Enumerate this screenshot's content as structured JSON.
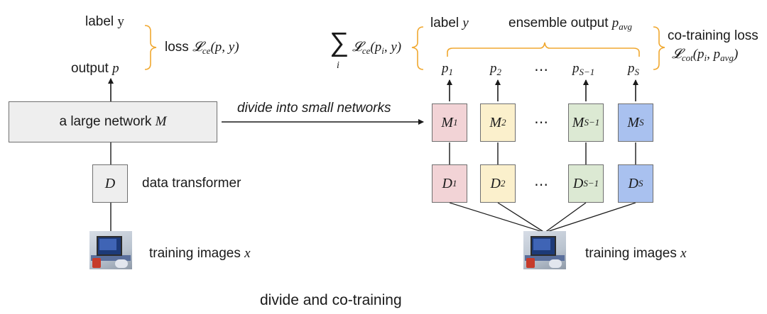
{
  "left": {
    "label_y_text": "label ",
    "label_y_var": "y",
    "output_text": "output ",
    "output_var": "p",
    "loss_text": "loss ",
    "loss_formula": "𝓛",
    "loss_sub": "ce",
    "loss_args": "(p, y)",
    "network_text": "a large network ",
    "network_var": "M",
    "transformer_var": "D",
    "transformer_label": "data transformer",
    "training_text": "training images ",
    "training_var": "x"
  },
  "arrow_label": "divide into small networks",
  "right": {
    "sum_symbol": "∑",
    "sum_index": "i",
    "sum_L": "𝓛",
    "sum_sub": "ce",
    "sum_args": "(p",
    "sum_args_sub": "i",
    "sum_args_end": ", y)",
    "label_y_text": "label ",
    "label_y_var": "y",
    "ensemble_text": "ensemble output ",
    "ensemble_var": "p",
    "ensemble_sub": "avg",
    "cot_title": "co-training loss",
    "cot_L": "𝓛",
    "cot_sub": "cot",
    "cot_args": "(p",
    "cot_args_sub_i": "i",
    "cot_args_mid": ", p",
    "cot_args_sub_avg": "avg",
    "cot_args_end": ")",
    "ellipsis": "⋯",
    "outputs": [
      {
        "var": "p",
        "sub": "1"
      },
      {
        "var": "p",
        "sub": "2"
      },
      {
        "var": "p",
        "sub": "S−1"
      },
      {
        "var": "p",
        "sub": "S"
      }
    ],
    "models": [
      {
        "var": "M",
        "sub": "1",
        "color": "#f2d3d6"
      },
      {
        "var": "M",
        "sub": "2",
        "color": "#fbf0cc"
      },
      {
        "var": "M",
        "sub": "S−1",
        "color": "#dce9d3"
      },
      {
        "var": "M",
        "sub": "S",
        "color": "#a9c1ef"
      }
    ],
    "transformers": [
      {
        "var": "D",
        "sub": "1",
        "color": "#f2d3d6"
      },
      {
        "var": "D",
        "sub": "2",
        "color": "#fbf0cc"
      },
      {
        "var": "D",
        "sub": "S−1",
        "color": "#dce9d3"
      },
      {
        "var": "D",
        "sub": "S",
        "color": "#a9c1ef"
      }
    ],
    "training_text": "training images ",
    "training_var": "x"
  },
  "caption": "divide and co-training",
  "colors": {
    "brace": "#f0a830",
    "line": "#1a1a1a",
    "box_border": "#6f6f6f"
  }
}
